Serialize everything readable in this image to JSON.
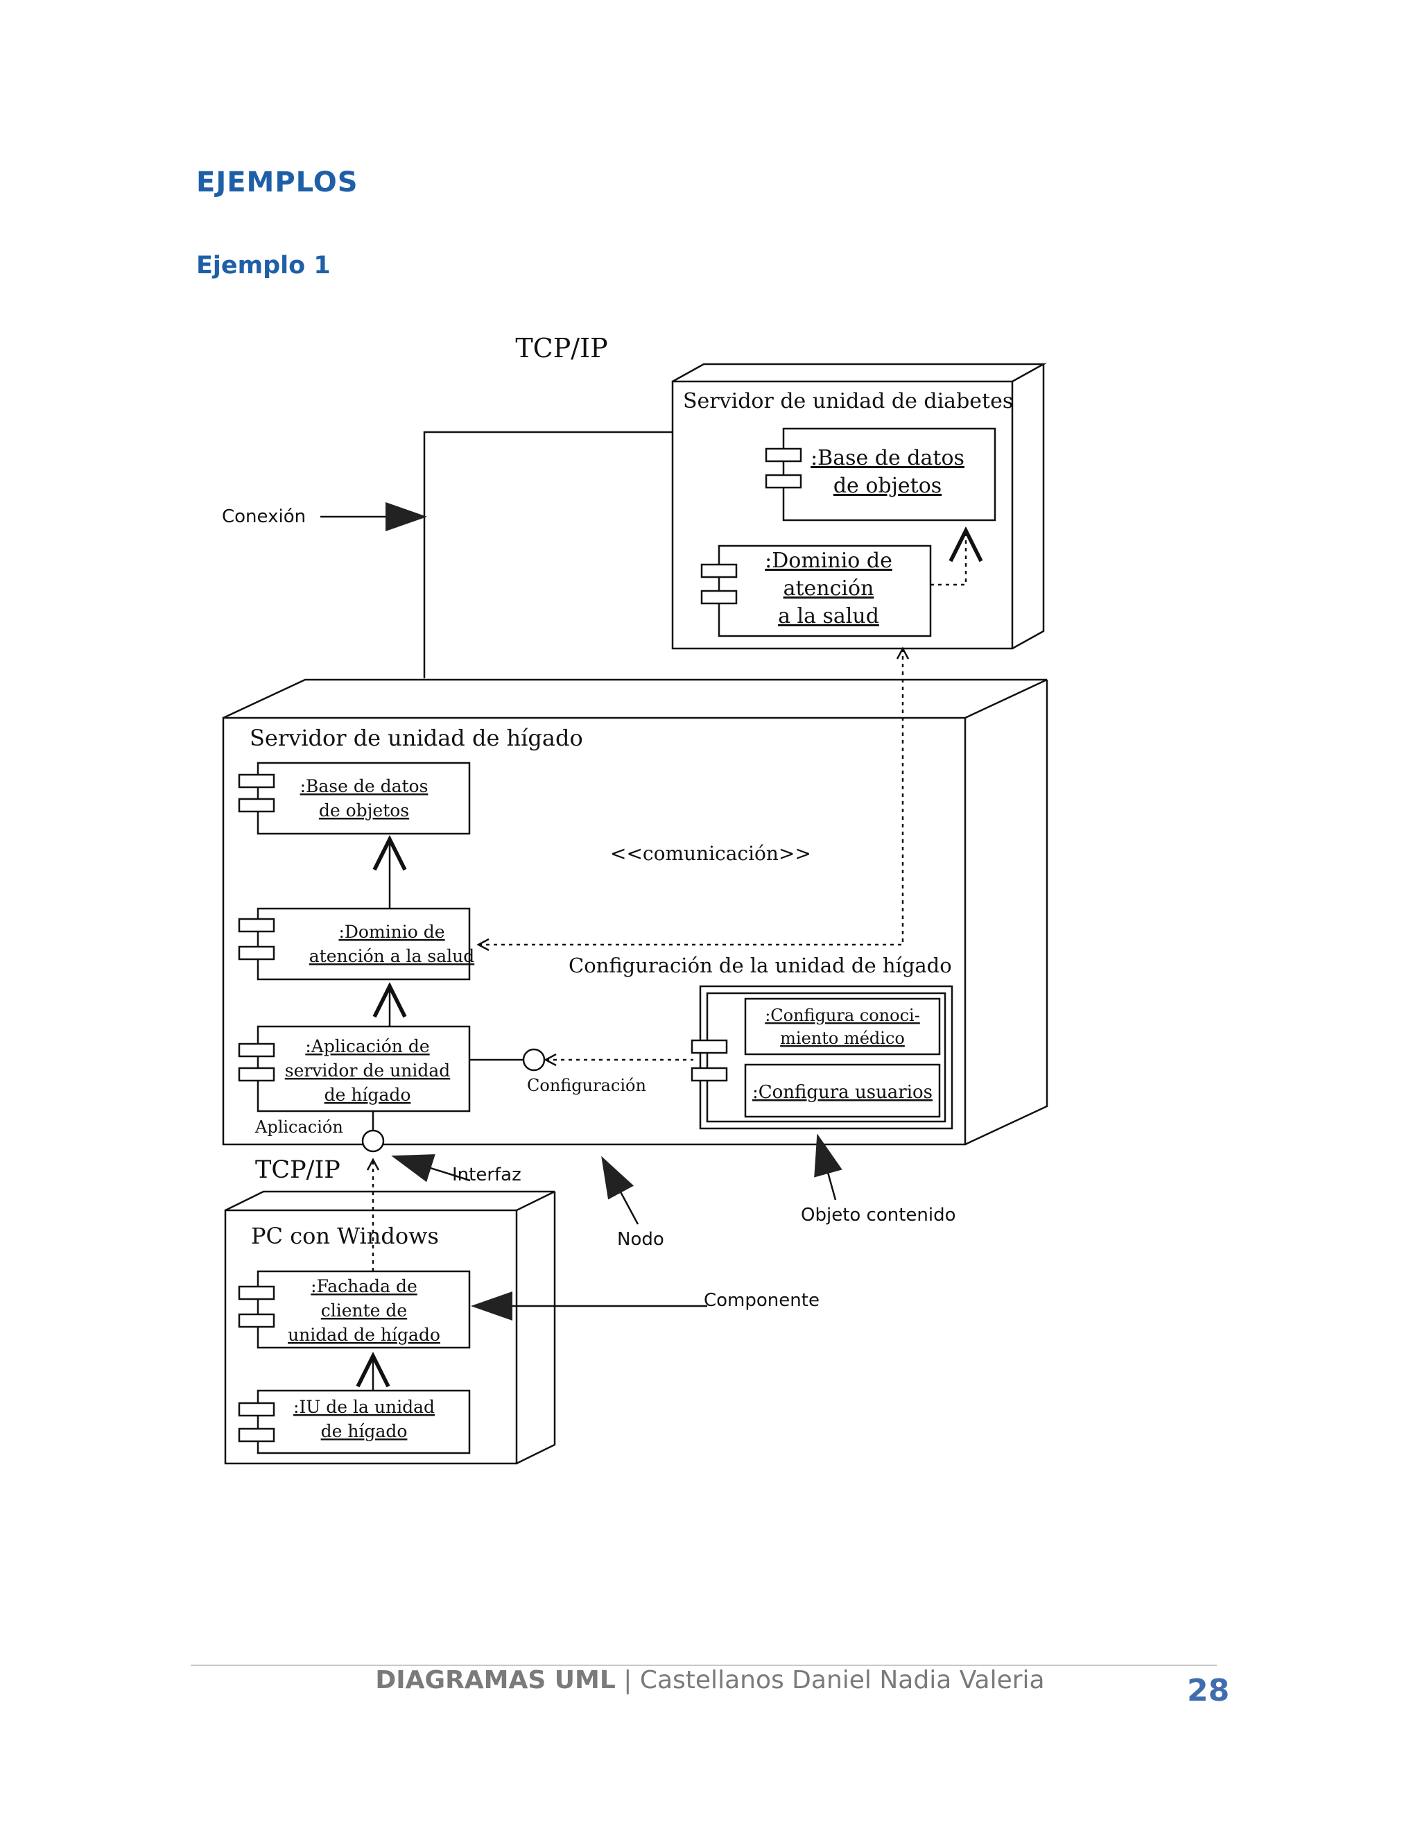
{
  "document": {
    "section_title": "EJEMPLOS",
    "example_title": "Ejemplo 1"
  },
  "diagram": {
    "top_protocol_label": "TCP/IP",
    "bottom_protocol_label": "TCP/IP",
    "diabetes_server": {
      "title": "Servidor de unidad de diabetes",
      "db_line1": ":Base de datos",
      "db_line2": "de objetos",
      "domain_line1": ":Dominio de",
      "domain_line2": "atención",
      "domain_line3": "a la salud"
    },
    "liver_server": {
      "title": "Servidor de unidad de hígado",
      "db_line1": ":Base de datos",
      "db_line2": "de objetos",
      "domain_line1": ":Dominio de",
      "domain_line2": "atención a la salud",
      "app_line1": ":Aplicación de",
      "app_line2": "servidor de unidad",
      "app_line3": "de hígado",
      "config_title": "Configuración de la unidad de hígado",
      "config1_line1": ":Configura conoci-",
      "config1_line2": "miento médico",
      "config2": ":Configura usuarios",
      "config_interface_label": "Configuración",
      "app_interface_label": "Aplicación",
      "stereotype": "<<comunicación>>"
    },
    "pc": {
      "title": "PC con Windows",
      "facade_line1": ":Fachada de",
      "facade_line2": "cliente de",
      "facade_line3": "unidad de hígado",
      "ui_line1": ":IU de la unidad",
      "ui_line2": "de hígado"
    },
    "annotations": {
      "connection": "Conexión",
      "interface": "Interfaz",
      "contained_object": "Objeto contenido",
      "node": "Nodo",
      "component": "Componente"
    }
  },
  "footer": {
    "title": "DIAGRAMAS UML",
    "separator": "|",
    "author": "Castellanos Daniel Nadia Valeria",
    "page_number": "28"
  }
}
